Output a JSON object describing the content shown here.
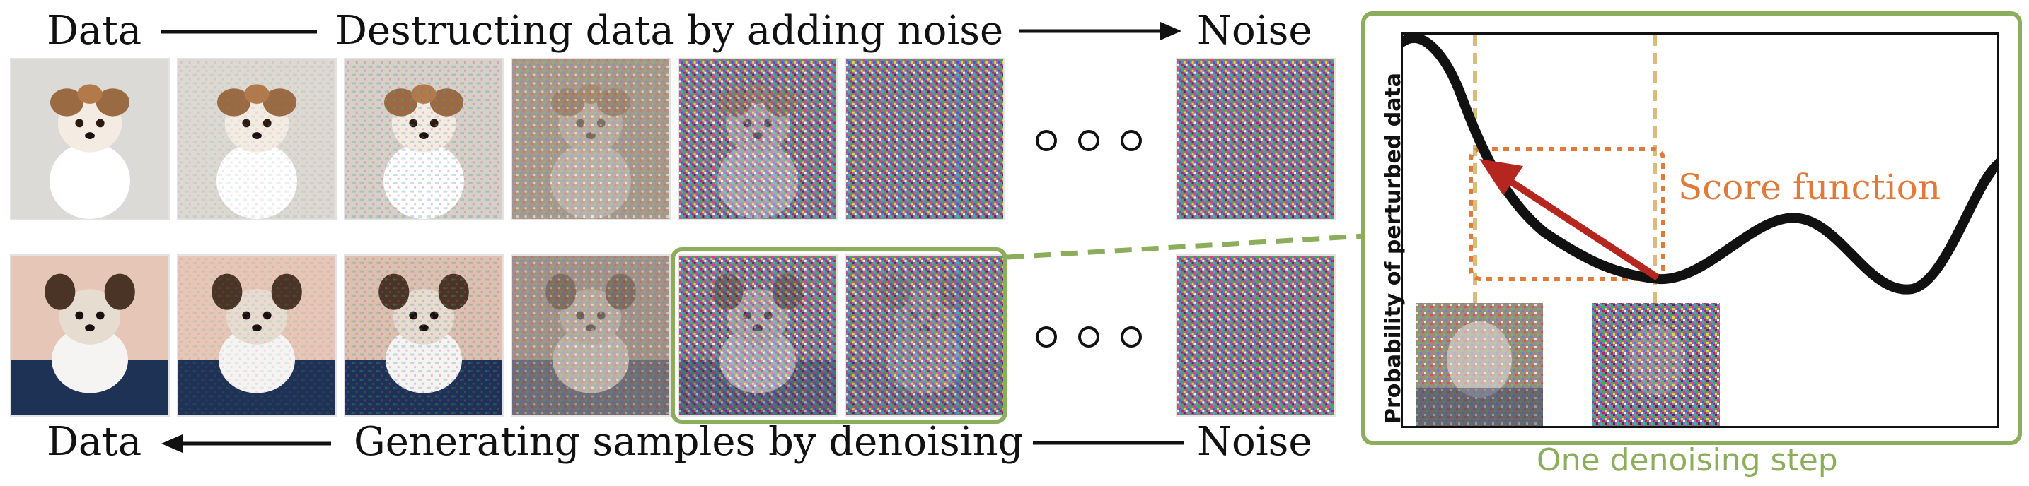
{
  "top_row": {
    "left_label": "Data",
    "title": "Destructing data by adding noise",
    "right_label": "Noise"
  },
  "bottom_row": {
    "left_label": "Data",
    "title": "Generating samples by denoising",
    "right_label": "Noise"
  },
  "panel": {
    "y_axis_label": "Probability of perturbed data",
    "score_label": "Score function",
    "caption": "One denoising step"
  },
  "colors": {
    "green_accent": "#8cad5c",
    "orange_score": "#e07a3a",
    "red_arrow": "#b5261e",
    "tan_guides": "#d9bb7a",
    "curve": "#111111"
  }
}
